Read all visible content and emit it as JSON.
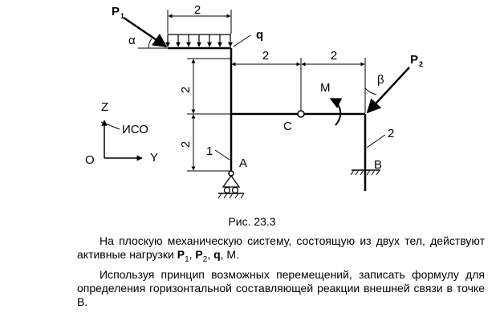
{
  "figure": {
    "labels": {
      "p1": "P",
      "p1_sub": "1",
      "p2": "P",
      "p2_sub": "2",
      "q": "q",
      "m": "M",
      "alpha": "α",
      "beta": "β",
      "a": "A",
      "b": "B",
      "c": "C",
      "body1": "1",
      "body2": "2",
      "z_axis": "Z",
      "y_axis": "Y",
      "origin": "O",
      "frame": "ИСО"
    },
    "dimensions": {
      "top_load_width": "2",
      "vertical_upper": "2",
      "vertical_lower": "2",
      "horizontal_left": "2",
      "horizontal_right": "2"
    }
  },
  "caption": "Рис. 23.3",
  "paragraph1": {
    "text_before": "На плоскую механическую систему, состоящую из двух тел, действуют активные нагрузки ",
    "p": "P",
    "sub1": "1",
    "comma1": ", ",
    "sub2": "2",
    "comma2": ", ",
    "q": "q",
    "text_after": ", M."
  },
  "paragraph2": "Используя принцип возможных перемещений, записать формулу для определения горизонтальной составляющей реакции внешней связи в точке B."
}
